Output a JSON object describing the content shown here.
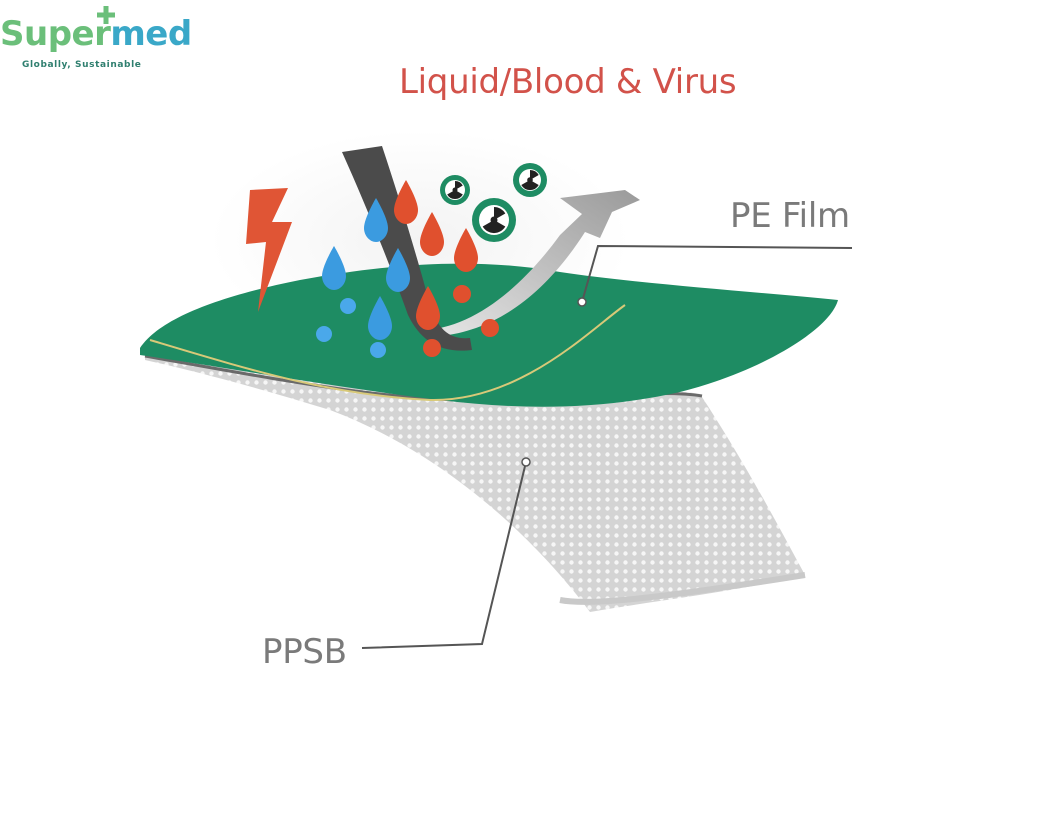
{
  "logo": {
    "brand_part1": "Super",
    "brand_part2": "med",
    "tagline": "Globally, Sustainable",
    "colors": {
      "green": "#6bbf7a",
      "blue": "#3aa8c8"
    }
  },
  "title": "Liquid/Blood & Virus",
  "layers": [
    {
      "label": "PE Film",
      "color": "#1e8c63"
    },
    {
      "label": "PPSB",
      "color": "#d9d9d9"
    }
  ],
  "icons": [
    "lightning-icon",
    "water-drop-icon",
    "blood-drop-icon",
    "virus-icon",
    "deflect-arrow-icon"
  ],
  "colors": {
    "title": "#d2524a",
    "label": "#7a7a7a",
    "film": "#1e8c63",
    "water": "#3b9be0",
    "blood": "#e0502e"
  }
}
